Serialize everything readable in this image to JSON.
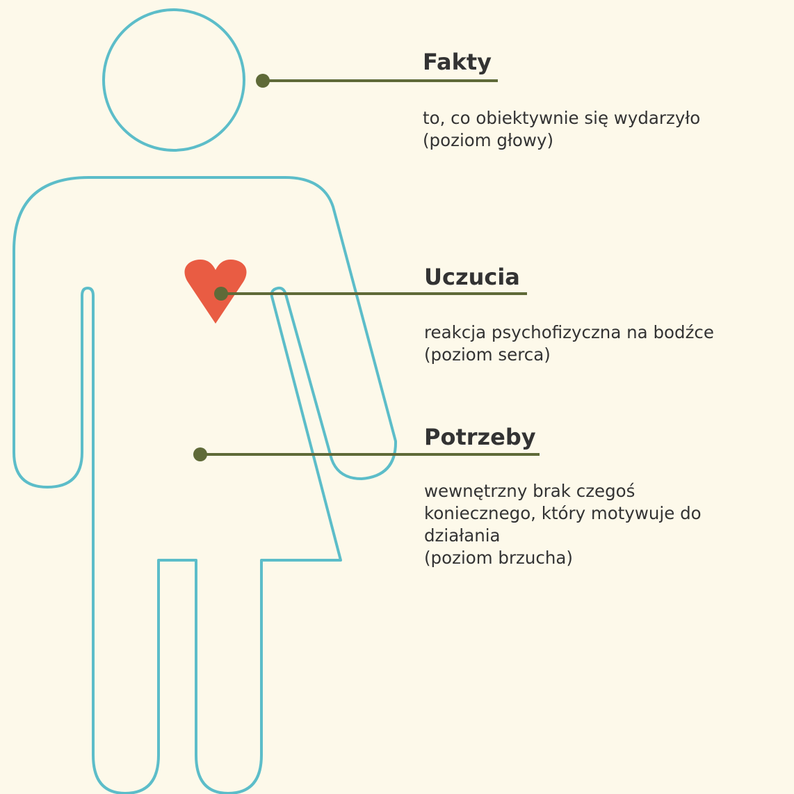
{
  "colors": {
    "background": "#fdf9ea",
    "outline": "#5cbdc9",
    "connector": "#5f6a38",
    "heart": "#e95c43",
    "text": "#333333"
  },
  "icons": [
    "person-outline",
    "heart-icon"
  ],
  "levels": [
    {
      "title": "Fakty",
      "lines": [
        "to, co obiektywnie się wydarzyło",
        "(poziom głowy)"
      ]
    },
    {
      "title": "Uczucia",
      "lines": [
        "reakcja psychofizyczna na bodźce",
        "(poziom serca)"
      ]
    },
    {
      "title": "Potrzeby",
      "lines": [
        "wewnętrzny brak czegoś",
        "koniecznego, który motywuje do",
        "działania",
        "(poziom brzucha)"
      ]
    }
  ]
}
